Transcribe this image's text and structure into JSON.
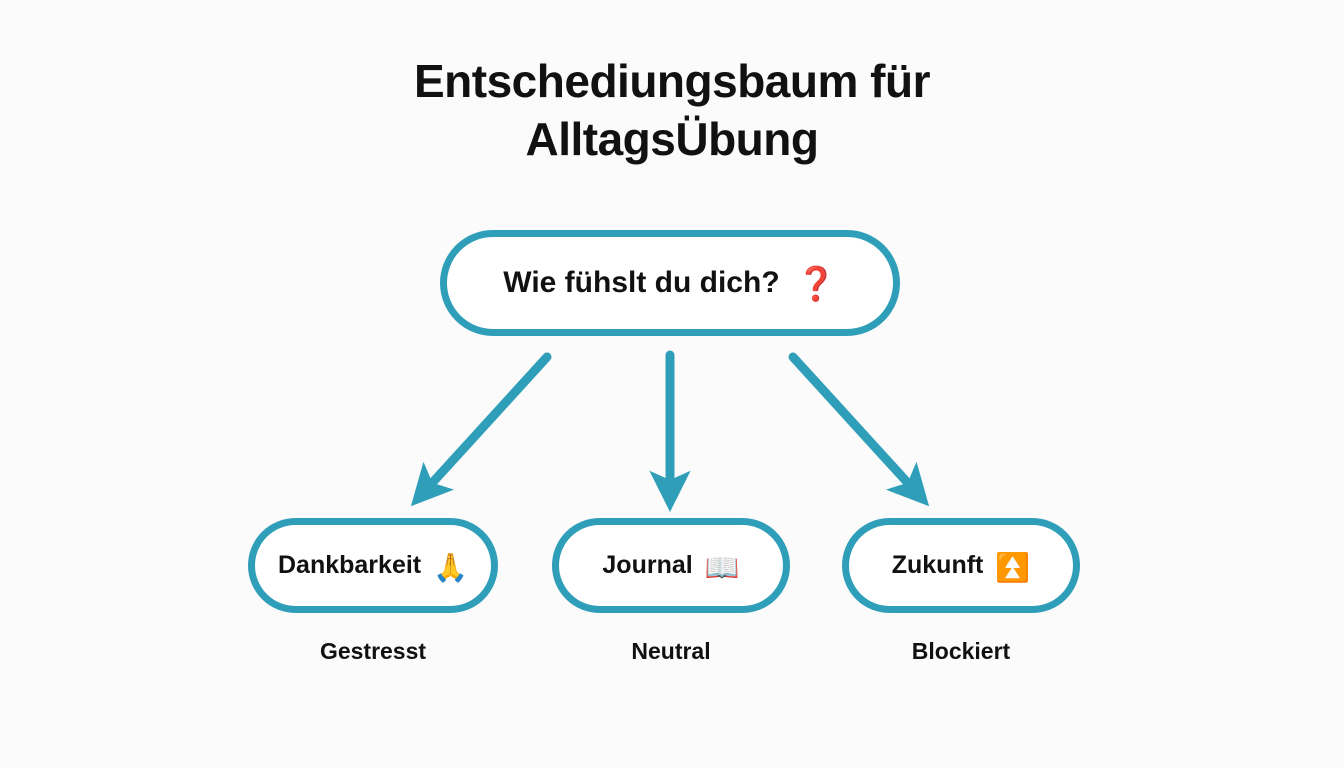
{
  "diagram": {
    "title_lines": [
      "Entschediungsbaum für",
      "AlltagsÜbung"
    ],
    "background_color": "#fbfbfb",
    "accent_color": "#2f9fb9",
    "text_color": "#111111",
    "node_fill_color": "#ffffff",
    "root": {
      "text": "Wie fühslt du dich?",
      "icon": "❓",
      "icon_name": "question-mark-icon"
    },
    "branches": [
      {
        "node_text": "Dankbarkeit",
        "node_icon": "🙏",
        "node_icon_name": "folded-hands-icon",
        "caption": "Gestresst",
        "arrow": "diagonal-left"
      },
      {
        "node_text": "Journal",
        "node_icon": "📖",
        "node_icon_name": "open-book-icon",
        "caption": "Neutral",
        "arrow": "vertical-down"
      },
      {
        "node_text": "Zukunft",
        "node_icon": "⏫",
        "node_icon_name": "double-up-arrow-icon",
        "caption": "Blockiert",
        "arrow": "diagonal-right"
      }
    ]
  }
}
